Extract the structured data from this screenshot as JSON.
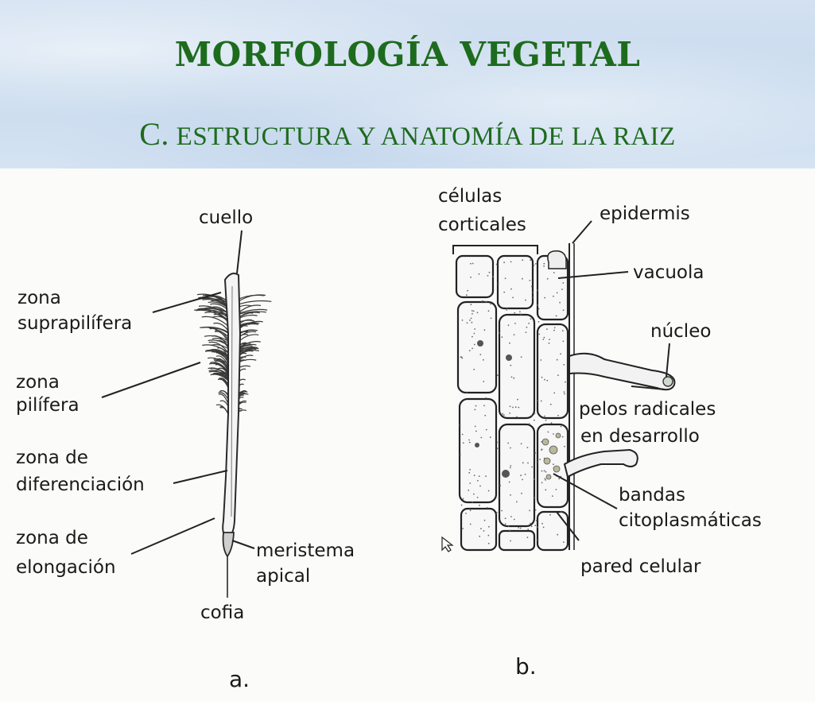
{
  "header": {
    "title": "MORFOLOGÍA VEGETAL",
    "subtitle_letter": "C.",
    "subtitle_rest": " ESTRUCTURA Y ANATOMÍA DE LA RAIZ",
    "title_color": "#1e6b1e"
  },
  "diagram_a": {
    "panel_label": "a.",
    "labels": {
      "cuello": "cuello",
      "zona_suprapilifera_1": "zona",
      "zona_suprapilifera_2": "suprapilífera",
      "zona_pilifera_1": "zona",
      "zona_pilifera_2": "pilífera",
      "zona_diferenciacion_1": "zona de",
      "zona_diferenciacion_2": "diferenciación",
      "zona_elongacion_1": "zona de",
      "zona_elongacion_2": "elongación",
      "meristema_1": "meristema",
      "meristema_2": "apical",
      "cofia": "cofia"
    }
  },
  "diagram_b": {
    "panel_label": "b.",
    "labels": {
      "celulas_1": "células",
      "celulas_2": "corticales",
      "epidermis": "epidermis",
      "vacuola": "vacuola",
      "nucleo": "núcleo",
      "pelos_1": "pelos radicales",
      "pelos_2": "en desarrollo",
      "bandas_1": "bandas",
      "bandas_2": "citoplasmáticas",
      "pared": "pared celular"
    }
  },
  "cursor_icon": "mouse-pointer-icon"
}
